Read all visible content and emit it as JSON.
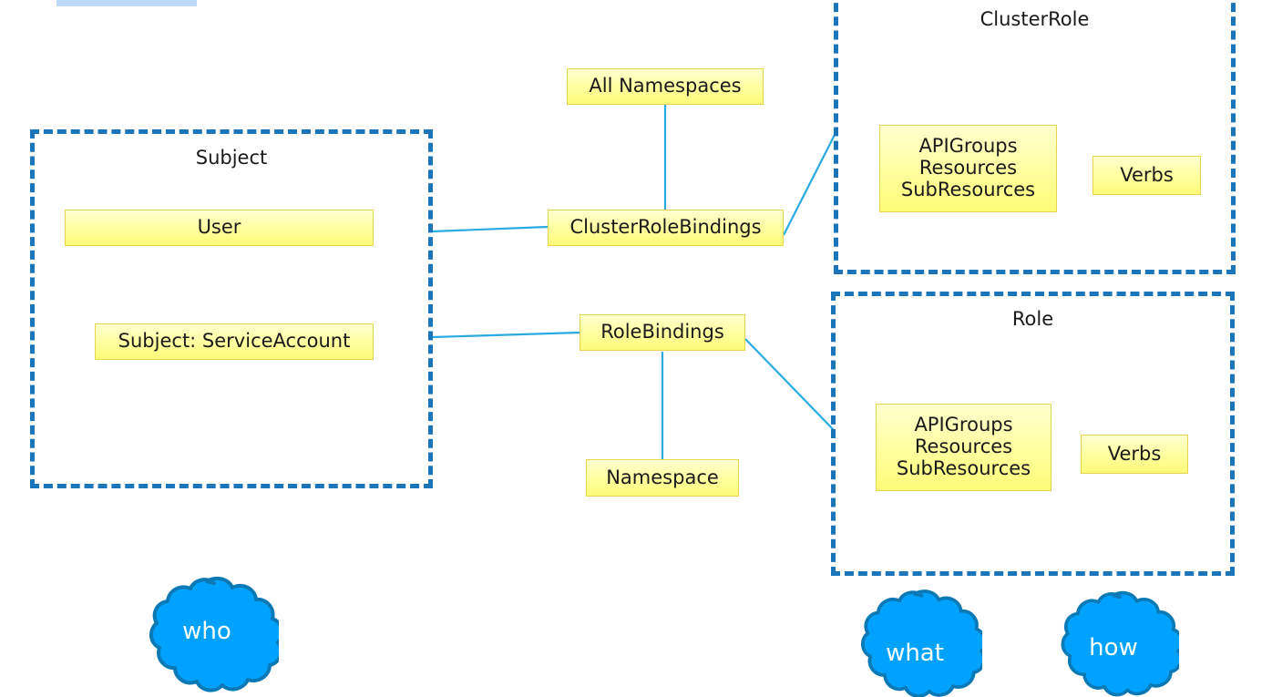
{
  "diagram": {
    "title_bar_color": "#bcd9fd",
    "group_border_color": "#1a75bb",
    "node_fill_top": "#ffffcf",
    "node_fill_bottom": "#fffa78",
    "node_border_color": "#e8d44d",
    "connector_color": "#29abe2",
    "cloud_fill": "#00a2ff",
    "cloud_stroke": "#0b79b5"
  },
  "groups": [
    {
      "id": "subject",
      "label": "Subject"
    },
    {
      "id": "clusterrole",
      "label": "ClusterRole"
    },
    {
      "id": "role",
      "label": "Role"
    }
  ],
  "nodes": {
    "user": "User",
    "service_account": "Subject: ServiceAccount",
    "all_namespaces": "All Namespaces",
    "cluster_role_bindings": "ClusterRoleBindings",
    "role_bindings": "RoleBindings",
    "namespace": "Namespace",
    "clusterrole_rules": "APIGroups\nResources\nSubResources",
    "clusterrole_verbs": "Verbs",
    "role_rules": "APIGroups\nResources\nSubResources",
    "role_verbs": "Verbs"
  },
  "clouds": [
    {
      "id": "who",
      "label": "who"
    },
    {
      "id": "what",
      "label": "what"
    },
    {
      "id": "how",
      "label": "how"
    }
  ]
}
